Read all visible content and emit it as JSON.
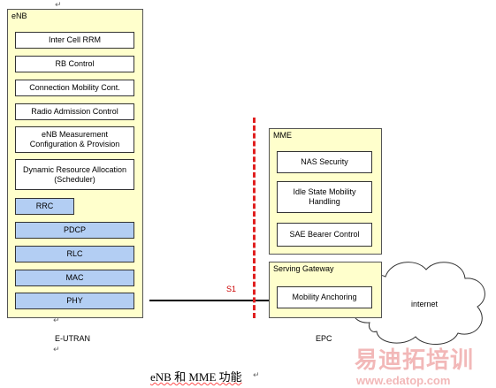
{
  "enb": {
    "title": "eNB",
    "functions": [
      "Inter Cell RRM",
      "RB Control",
      "Connection Mobility Cont.",
      "Radio Admission Control",
      "eNB Measurement Configuration & Provision",
      "Dynamic Resource Allocation (Scheduler)"
    ],
    "rrc": "RRC",
    "layers": [
      "PDCP",
      "RLC",
      "MAC",
      "PHY"
    ]
  },
  "mme": {
    "title": "MME",
    "functions": [
      "NAS Security",
      "Idle State Mobility Handling",
      "SAE Bearer Control"
    ]
  },
  "serving_gateway": {
    "title": "Serving Gateway",
    "functions": [
      "Mobility Anchoring"
    ]
  },
  "interface_label": "S1",
  "cloud_label": "internet",
  "left_caption": "E-UTRAN",
  "right_caption": "EPC",
  "figure_caption": "eNB 和 MME 功能",
  "return_mark": "↵",
  "watermark": {
    "chinese": "易迪拓培训",
    "url": "www.edatop.com"
  },
  "colors": {
    "panel_fill": "#ffffcc",
    "layer_fill": "#b3cef3",
    "divider": "#e02020",
    "watermark": "#f2b8b8"
  }
}
